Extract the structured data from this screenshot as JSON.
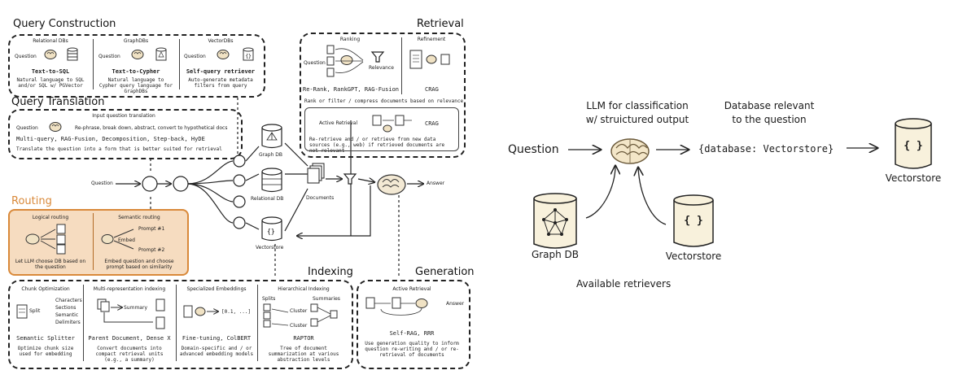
{
  "left": {
    "query_construction": {
      "title": "Query Construction",
      "columns": [
        {
          "header": "Relational DBs",
          "tag": "Question",
          "name": "Text-to-SQL",
          "desc": "Natural language to SQL and/or SQL w/ PGVector"
        },
        {
          "header": "GraphDBs",
          "tag": "Question",
          "name": "Text-to-Cypher",
          "desc": "Natural language to Cypher query language for GraphDBs"
        },
        {
          "header": "VectorDBs",
          "tag": "Question",
          "name": "Self-query retriever",
          "desc": "Auto-generate metadata filters from query"
        }
      ]
    },
    "query_translation": {
      "title": "Query Translation",
      "header": "Input question translation",
      "tag": "Question",
      "flow": "Re-phrase, break down, abstract, convert to hypothetical docs",
      "methods": "Multi-query, RAG-Fusion, Decomposition, Step-back, HyDE",
      "desc": "Translate the question into a form that is better suited for retrieval"
    },
    "routing": {
      "title": "Routing",
      "logical": {
        "header": "Logical routing",
        "desc": "Let LLM choose DB based on the question"
      },
      "semantic": {
        "header": "Semantic routing",
        "embed": "Embed",
        "prompt1": "Prompt #1",
        "prompt2": "Prompt #2",
        "desc": "Embed question and choose prompt based on similarity"
      }
    },
    "center": {
      "question": "Question",
      "graph_db": "Graph DB",
      "relational_db": "Relational DB",
      "vectorstore": "Vectorstore",
      "documents": "Documents",
      "answer": "Answer"
    },
    "retrieval": {
      "title": "Retrieval",
      "ranking": "Ranking",
      "question": "Question",
      "relevance": "Relevance",
      "refinement": "Refinement",
      "methods": "Re-Rank, RankGPT, RAG-Fusion",
      "crag": "CRAG",
      "desc": "Rank or filter / compress documents based on relevance",
      "active": "Active Retrieval",
      "crag2": "CRAG",
      "active_desc": "Re-retrieve and / or retrieve from new data sources (e.g., web) if retrieved documents are not relevant"
    },
    "indexing": {
      "title": "Indexing",
      "columns": [
        {
          "header": "Chunk Optimization",
          "split": "Split",
          "labels": [
            "Characters",
            "Sections",
            "Semantic",
            "Delimiters"
          ],
          "name": "Semantic Splitter",
          "desc": "Optimize chunk size used for embedding"
        },
        {
          "header": "Multi-representation indexing",
          "summary": "Summary",
          "name": "Parent Document, Dense X",
          "desc": "Convert documents into compact retrieval units (e.g., a summary)"
        },
        {
          "header": "Specialized Embeddings",
          "vector": "[0.1, ...]",
          "name": "Fine-tuning, ColBERT",
          "desc": "Domain-specific and / or advanced embedding models"
        },
        {
          "header": "Hierarchical Indexing",
          "splits": "Splits",
          "summaries": "Summaries",
          "cluster1": "Cluster",
          "cluster2": "Cluster",
          "name": "RAPTOR",
          "desc": "Tree of document summarization at various abstraction levels"
        }
      ]
    },
    "generation": {
      "title": "Generation",
      "active": "Active Retrieval",
      "answer": "Answer",
      "methods": "Self-RAG, RRR",
      "desc": "Use generation quality to inform question re-writing and / or re-retrieval of documents"
    }
  },
  "right": {
    "llm_label": "LLM for classification\nw/ struictured output",
    "db_label": "Database relevant\nto the question",
    "question": "Question",
    "output": "{database: Vectorstore}",
    "target_icon": "{ }",
    "target_label": "Vectorstore",
    "graph_label": "Graph DB",
    "vs_icon": "{ }",
    "vs_label": "Vectorstore",
    "available": "Available retrievers"
  },
  "colors": {
    "routing_fill": "#f6dcc0",
    "routing_border": "#d9893a",
    "routing_title": "#d9893a",
    "cyl_fill": "#f8f1dc",
    "ink": "#1a1a1a"
  }
}
